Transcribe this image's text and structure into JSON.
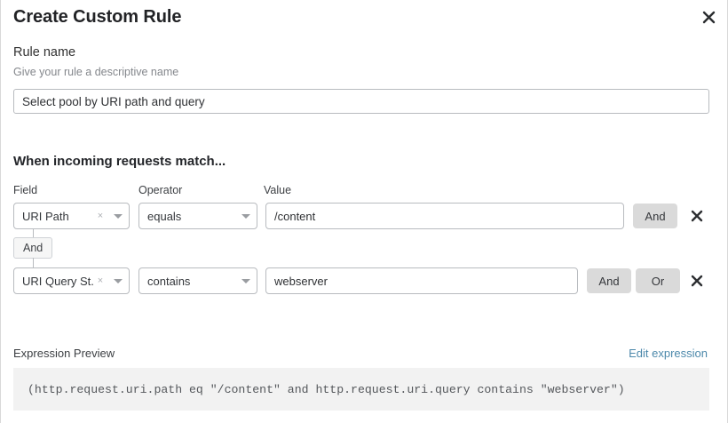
{
  "dialog": {
    "title": "Create Custom Rule",
    "close_icon": "close-icon"
  },
  "rule_name": {
    "label": "Rule name",
    "help_text": "Give your rule a descriptive name",
    "value": "Select pool by URI path and query",
    "placeholder": ""
  },
  "conditions_section": {
    "heading": "When incoming requests match...",
    "columns": {
      "field": "Field",
      "operator": "Operator",
      "value": "Value"
    },
    "connector": {
      "label": "And"
    },
    "rows": [
      {
        "field": "URI Path",
        "field_clear_icon": "×",
        "field_caret_icon": "chevron-down-icon",
        "operator": "equals",
        "operator_caret_icon": "chevron-down-icon",
        "value": "/content",
        "and_label": "And",
        "or_label": "",
        "remove_icon": "close-icon"
      },
      {
        "field": "URI Query St...",
        "field_clear_icon": "×",
        "field_caret_icon": "chevron-down-icon",
        "operator": "contains",
        "operator_caret_icon": "chevron-down-icon",
        "value": "webserver",
        "and_label": "And",
        "or_label": "Or",
        "remove_icon": "close-icon"
      }
    ]
  },
  "expression_preview": {
    "label": "Expression Preview",
    "edit_link": "Edit expression",
    "code": "(http.request.uri.path eq \"/content\" and http.request.uri.query contains \"webserver\")"
  },
  "colors": {
    "accent_link": "#4d89ab",
    "button_gray": "#dadada",
    "code_panel": "#f2f2f2",
    "border": "#b8bbbf",
    "text_primary": "#24262a",
    "text_muted": "#84878c"
  }
}
